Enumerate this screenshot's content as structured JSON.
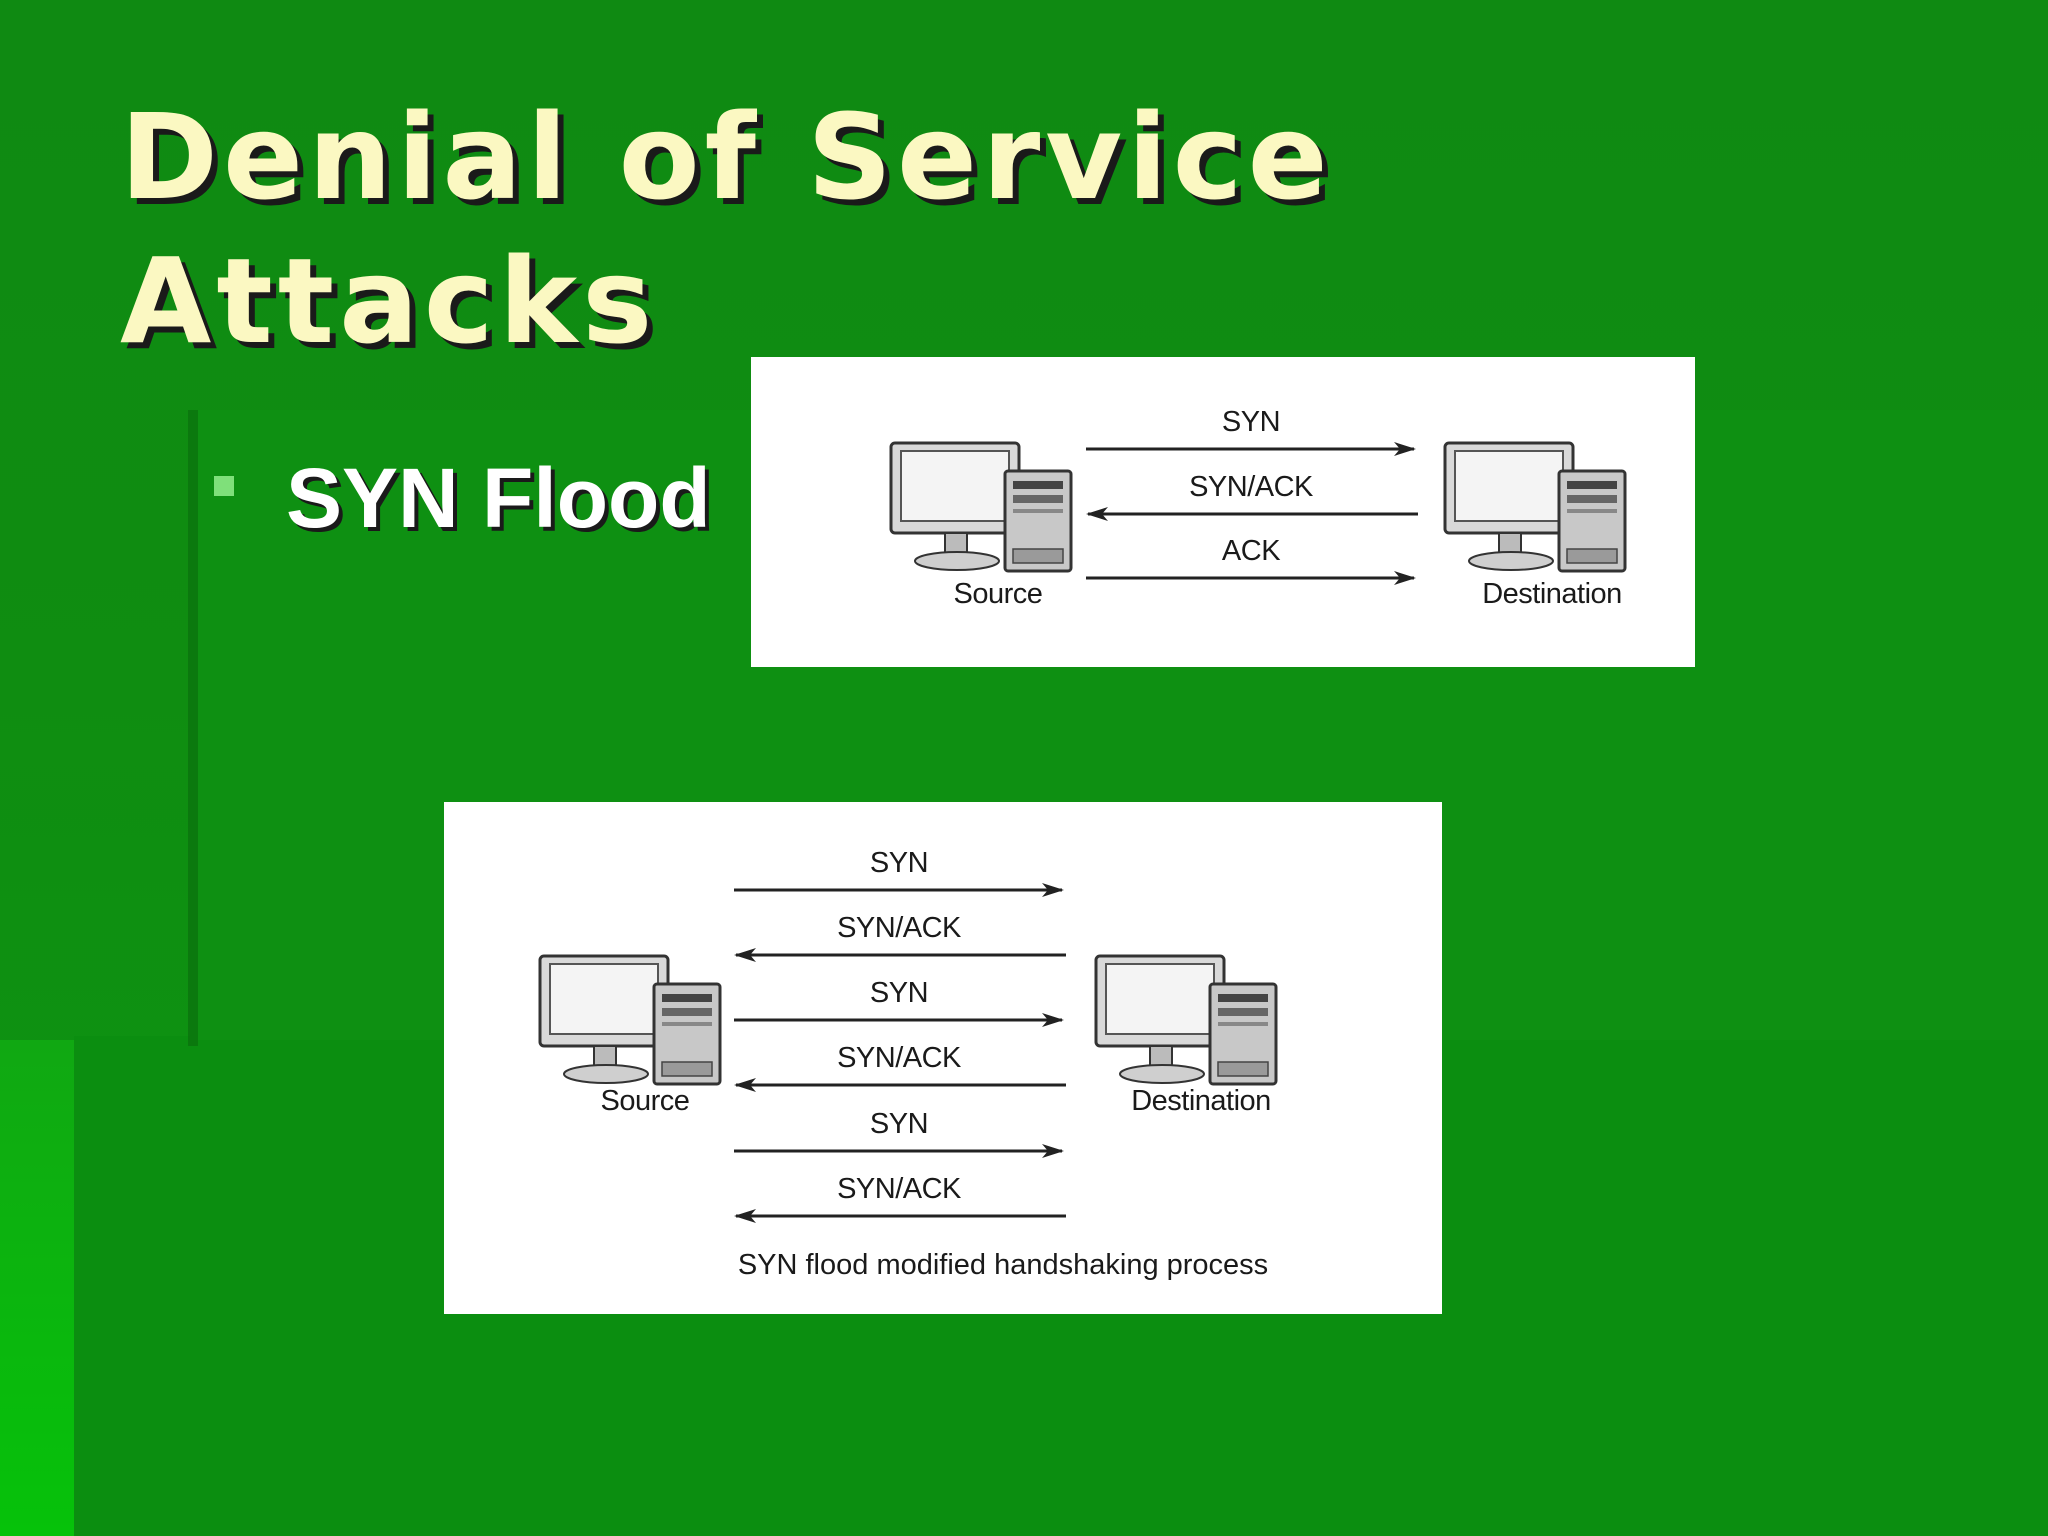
{
  "slide": {
    "title_line_1": "Denial of Service",
    "title_line_2": "Attacks",
    "bullet": "SYN Flood",
    "colors": {
      "background": "#0f8d11",
      "title": "#fbf8c2",
      "bullet_marker": "#7fe07a",
      "bullet_text": "#ffffff"
    }
  },
  "figure_handshake": {
    "source_label": "Source",
    "destination_label": "Destination",
    "messages": [
      {
        "label": "SYN",
        "direction": "to-destination"
      },
      {
        "label": "SYN/ACK",
        "direction": "to-source"
      },
      {
        "label": "ACK",
        "direction": "to-destination"
      }
    ]
  },
  "figure_synflood": {
    "source_label": "Source",
    "destination_label": "Destination",
    "caption": "SYN flood modified handshaking process",
    "messages": [
      {
        "label": "SYN",
        "direction": "to-destination"
      },
      {
        "label": "SYN/ACK",
        "direction": "to-source"
      },
      {
        "label": "SYN",
        "direction": "to-destination"
      },
      {
        "label": "SYN/ACK",
        "direction": "to-source"
      },
      {
        "label": "SYN",
        "direction": "to-destination"
      },
      {
        "label": "SYN/ACK",
        "direction": "to-source"
      }
    ]
  }
}
